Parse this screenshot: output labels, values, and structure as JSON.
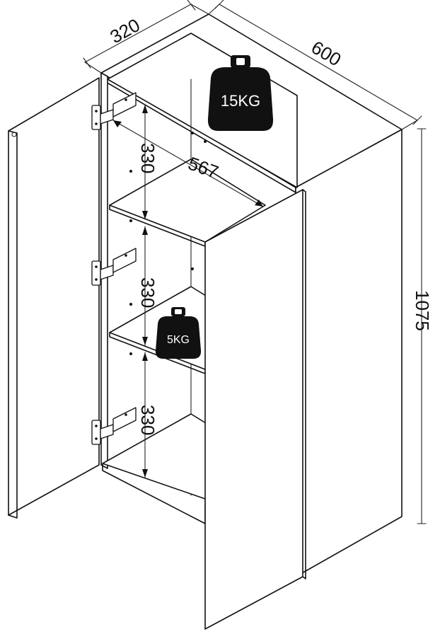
{
  "dimensions": {
    "depth": "320",
    "width": "600",
    "height": "1075",
    "inner_width": "567",
    "shelf_spacing": [
      "330",
      "330",
      "330"
    ]
  },
  "loads": {
    "top": "15KG",
    "shelf": "5KG"
  },
  "colors": {
    "line": "#111111",
    "weight_fill": "#111111",
    "background": "#ffffff"
  },
  "icons": {
    "weight": "weight-icon",
    "hinge": "hinge-icon"
  }
}
